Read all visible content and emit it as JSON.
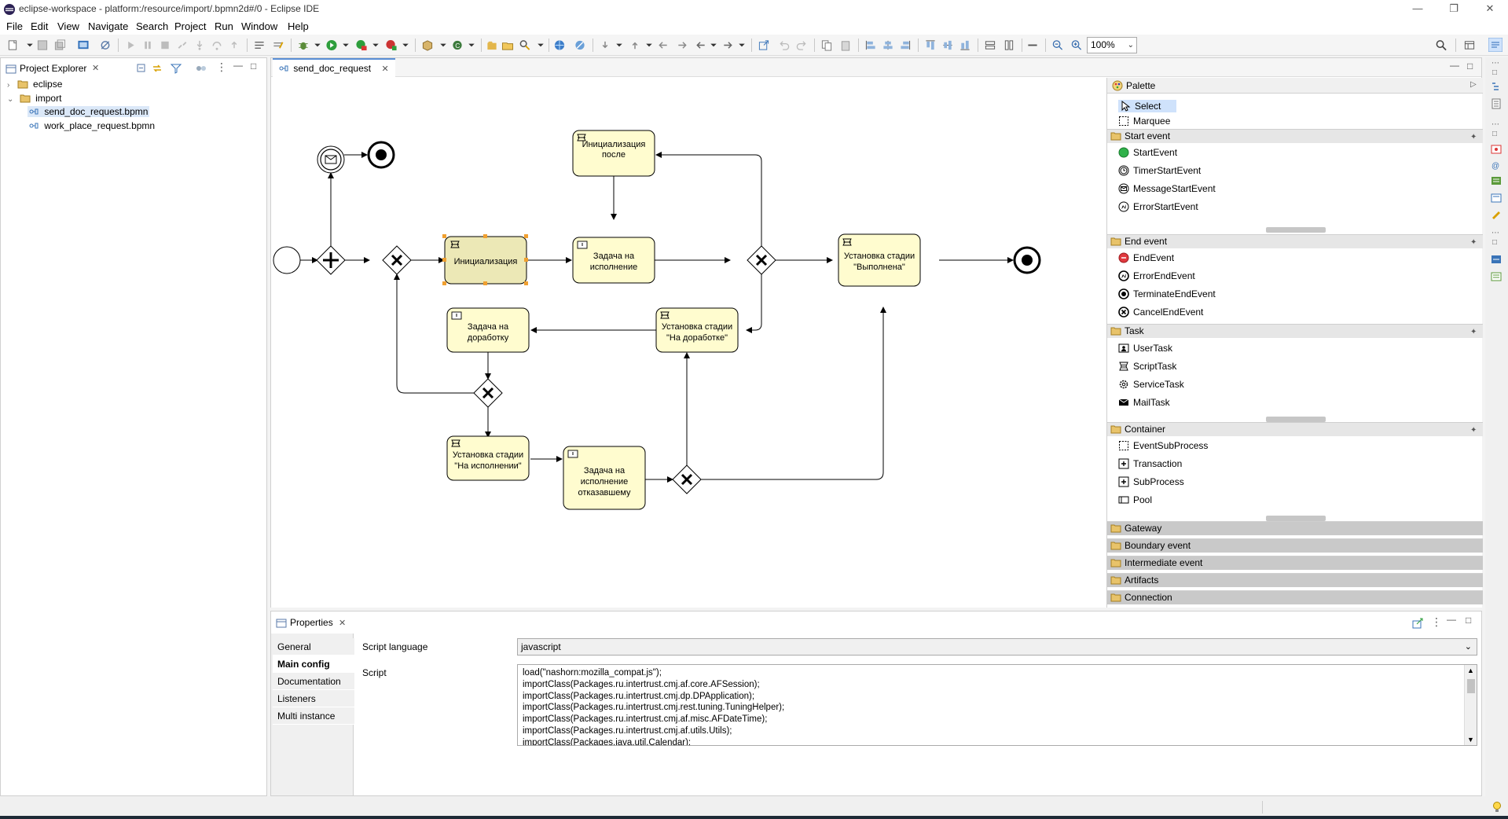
{
  "window": {
    "title": "eclipse-workspace - platform:/resource/import/.bpmn2d#/0 - Eclipse IDE"
  },
  "menu": [
    "File",
    "Edit",
    "View",
    "Navigate",
    "Search",
    "Project",
    "Run",
    "Window",
    "Help"
  ],
  "toolbar": {
    "zoom": "100%"
  },
  "explorer": {
    "title": "Project Explorer",
    "items": [
      {
        "label": "eclipse"
      },
      {
        "label": "import"
      },
      {
        "label": "send_doc_request.bpmn"
      },
      {
        "label": "work_place_request.bpmn"
      }
    ]
  },
  "editor": {
    "tab": "send_doc_request",
    "diagram": {
      "tasks": [
        {
          "id": "init",
          "label1": "Инициализация",
          "label2": ""
        },
        {
          "id": "init_after",
          "label1": "Инициализация",
          "label2": "после"
        },
        {
          "id": "task_exec",
          "label1": "Задача на",
          "label2": "исполнение"
        },
        {
          "id": "stage_done",
          "label1": "Установка стадии",
          "label2": "\"Выполнена\""
        },
        {
          "id": "task_rework",
          "label1": "Задача на",
          "label2": "доработку"
        },
        {
          "id": "stage_rework",
          "label1": "Установка стадии",
          "label2": "\"На доработке\""
        },
        {
          "id": "stage_exec",
          "label1": "Установка стадии",
          "label2": "\"На исполнении\""
        },
        {
          "id": "task_refused",
          "label1": "Задача на",
          "label2": "исполнение",
          "label3": "отказавшему"
        }
      ]
    }
  },
  "palette": {
    "title": "Palette",
    "tools": [
      "Select",
      "Marquee"
    ],
    "groups": [
      {
        "name": "Start event",
        "items": [
          "StartEvent",
          "TimerStartEvent",
          "MessageStartEvent",
          "ErrorStartEvent"
        ]
      },
      {
        "name": "End event",
        "items": [
          "EndEvent",
          "ErrorEndEvent",
          "TerminateEndEvent",
          "CancelEndEvent"
        ]
      },
      {
        "name": "Task",
        "items": [
          "UserTask",
          "ScriptTask",
          "ServiceTask",
          "MailTask"
        ]
      },
      {
        "name": "Container",
        "items": [
          "EventSubProcess",
          "Transaction",
          "SubProcess",
          "Pool"
        ]
      }
    ],
    "collapsed": [
      "Gateway",
      "Boundary event",
      "Intermediate event",
      "Artifacts",
      "Connection"
    ]
  },
  "properties": {
    "title": "Properties",
    "tabs": [
      "General",
      "Main config",
      "Documentation",
      "Listeners",
      "Multi instance"
    ],
    "script_language_label": "Script language",
    "script_language_value": "javascript",
    "script_label": "Script",
    "script_lines": [
      "load(\"nashorn:mozilla_compat.js\");",
      "importClass(Packages.ru.intertrust.cmj.af.core.AFSession);",
      "importClass(Packages.ru.intertrust.cmj.dp.DPApplication);",
      "importClass(Packages.ru.intertrust.cmj.rest.tuning.TuningHelper);",
      "importClass(Packages.ru.intertrust.cmj.af.misc.AFDateTime);",
      "importClass(Packages.ru.intertrust.cmj.af.utils.Utils);",
      "importClass(Packages.java.util.Calendar);"
    ]
  },
  "colors": {
    "task_fill": "#fffccf",
    "task_selected_fill": "#ece8b6",
    "selection_handle": "#f0a030",
    "palette_select_bg": "#cfe2fb",
    "start_event_green": "#2fb14a",
    "end_event_red": "#e0393e"
  }
}
